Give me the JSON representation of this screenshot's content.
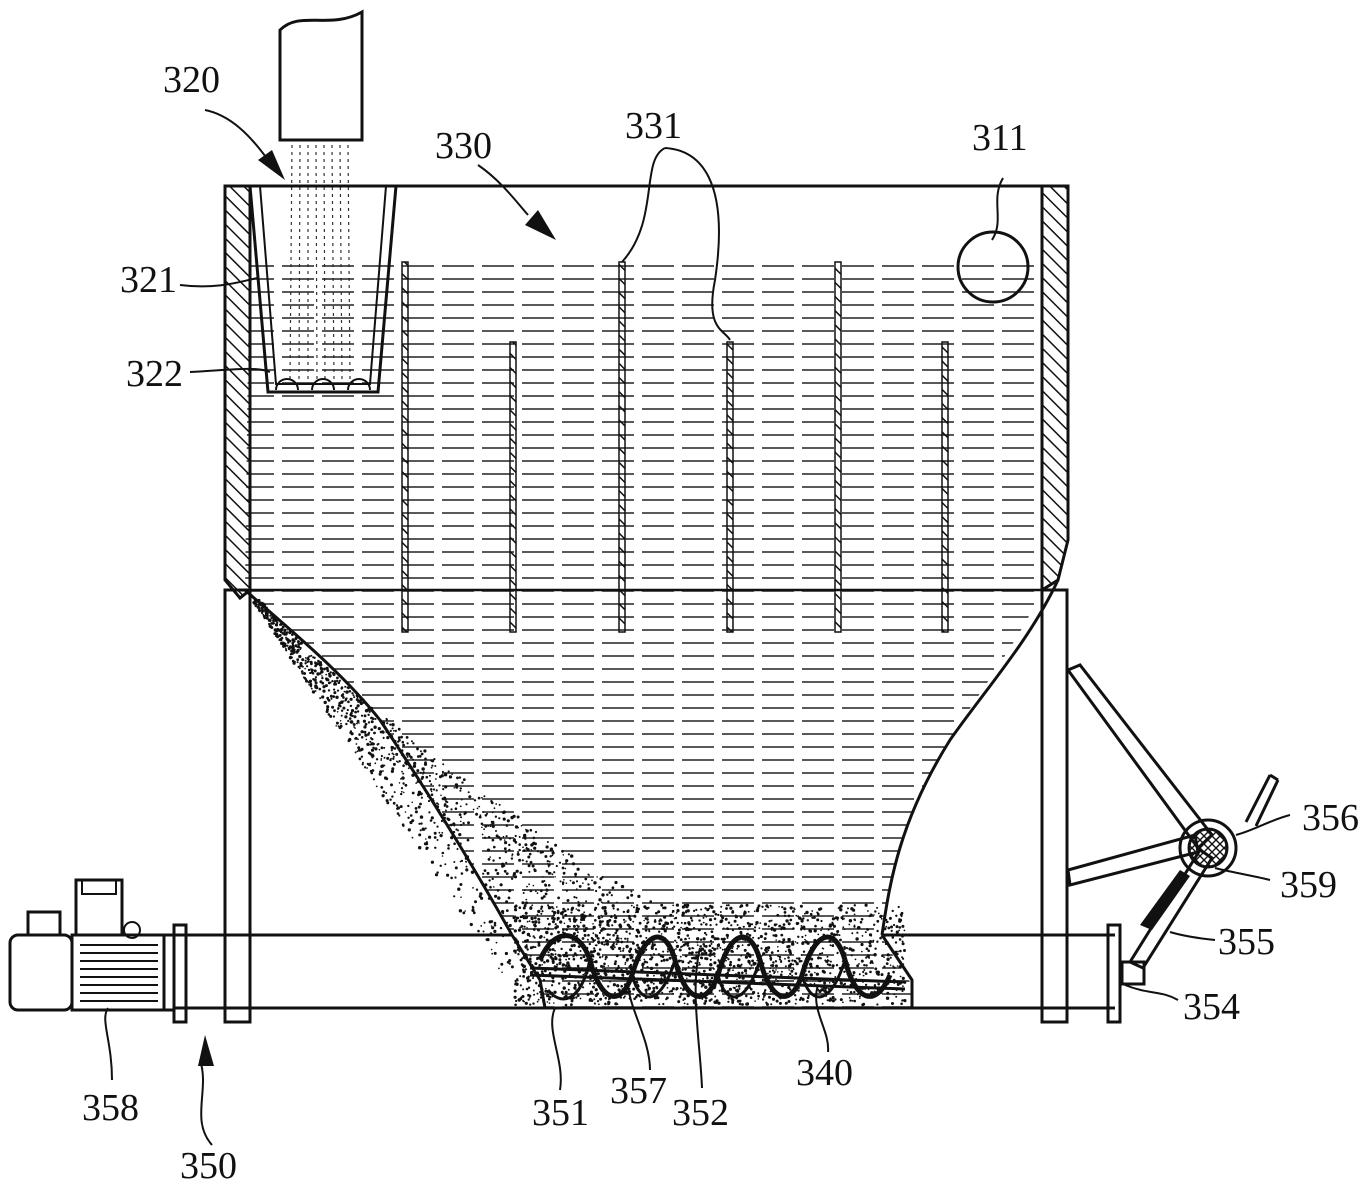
{
  "labels": {
    "l320": "320",
    "l330": "330",
    "l331": "331",
    "l311": "311",
    "l321": "321",
    "l322": "322",
    "l356": "356",
    "l359": "359",
    "l355": "355",
    "l354": "354",
    "l358": "358",
    "l350": "350",
    "l351": "351",
    "l357": "357",
    "l352": "352",
    "l340": "340"
  },
  "colors": {
    "ink": "#111111",
    "background": "#ffffff"
  }
}
